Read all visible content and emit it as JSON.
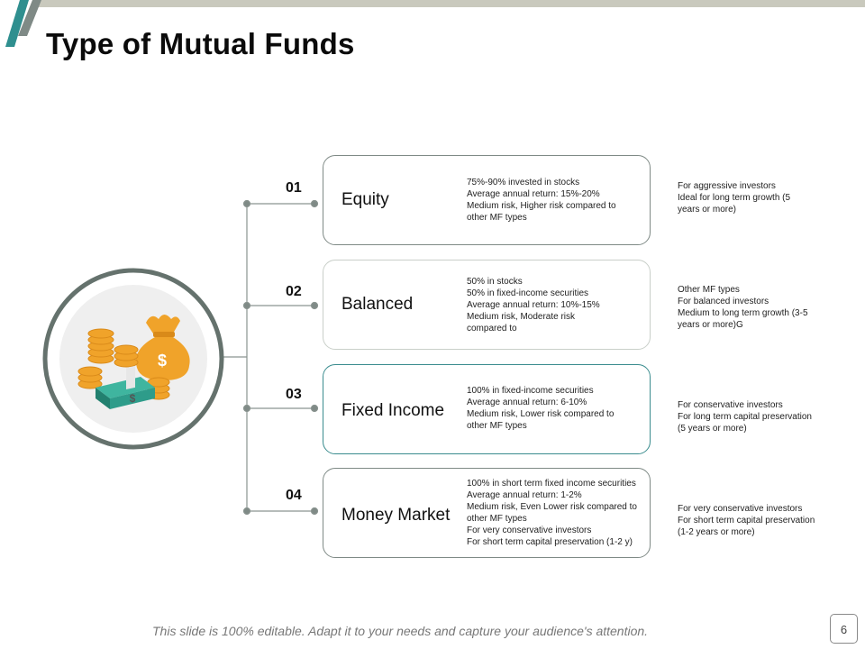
{
  "title": "Type of Mutual Funds",
  "footer": "This slide is 100% editable. Adapt it to your needs and capture your audience's attention.",
  "page_number": "6",
  "colors": {
    "accent_teal": "#2f8f8f",
    "accent_gray": "#7f8a86",
    "coin_orange": "#f0a32a",
    "cash_green": "#2e9c8a",
    "top_bar": "#c9c9bd"
  },
  "icons": [
    "money-bag-icon",
    "coin-stack-icon",
    "cash-bundle-icon"
  ],
  "funds": [
    {
      "number": "01",
      "name": "Equity",
      "details": [
        "75%-90% invested in stocks",
        "Average annual return: 15%-20%",
        "Medium  risk, Higher risk compared to",
        "other MF  types"
      ],
      "audience": [
        "For aggressive investors",
        "Ideal  for long term growth (5",
        "years or more)"
      ]
    },
    {
      "number": "02",
      "name": "Balanced",
      "details": [
        "50% in stocks",
        "50% in  fixed-income securities",
        "Average annual return: 10%-15%",
        "Medium  risk, Moderate risk",
        "compared to"
      ],
      "audience": [
        "Other MF types",
        "For balanced investors",
        "Medium  to long term growth (3-5",
        "years or more)G"
      ]
    },
    {
      "number": "03",
      "name": "Fixed Income",
      "details": [
        "100% in  fixed-income securities",
        "Average annual return: 6-10%",
        "Medium  risk, Lower risk compared to",
        "other MF  types"
      ],
      "audience": [
        "For conservative investors",
        "For long term capital preservation",
        "(5 years or more)"
      ]
    },
    {
      "number": "04",
      "name": "Money Market",
      "details": [
        "100% in  short term fixed income securities",
        "Average annual return: 1-2%",
        "Medium  risk, Even Lower risk compared to",
        "other MF  types",
        "For very conservative investors",
        "For short term capital preservation (1-2 y)"
      ],
      "audience": [
        "For very conservative investors",
        "For short term capital preservation",
        "(1-2 years or more)"
      ]
    }
  ]
}
